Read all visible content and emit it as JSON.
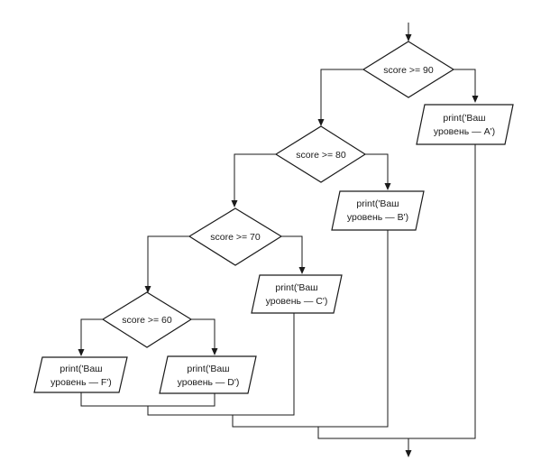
{
  "decisions": [
    {
      "id": "d90",
      "label": "score >= 90"
    },
    {
      "id": "d80",
      "label": "score >= 80"
    },
    {
      "id": "d70",
      "label": "score >= 70"
    },
    {
      "id": "d60",
      "label": "score >= 60"
    }
  ],
  "outputs": [
    {
      "id": "pA",
      "line1": "print('Ваш",
      "line2": "уровень — A')"
    },
    {
      "id": "pB",
      "line1": "print('Ваш",
      "line2": "уровень — B')"
    },
    {
      "id": "pC",
      "line1": "print('Ваш",
      "line2": "уровень — C')"
    },
    {
      "id": "pF",
      "line1": "print('Ваш",
      "line2": "уровень — F')"
    },
    {
      "id": "pD",
      "line1": "print('Ваш",
      "line2": "уровень — D')"
    }
  ]
}
